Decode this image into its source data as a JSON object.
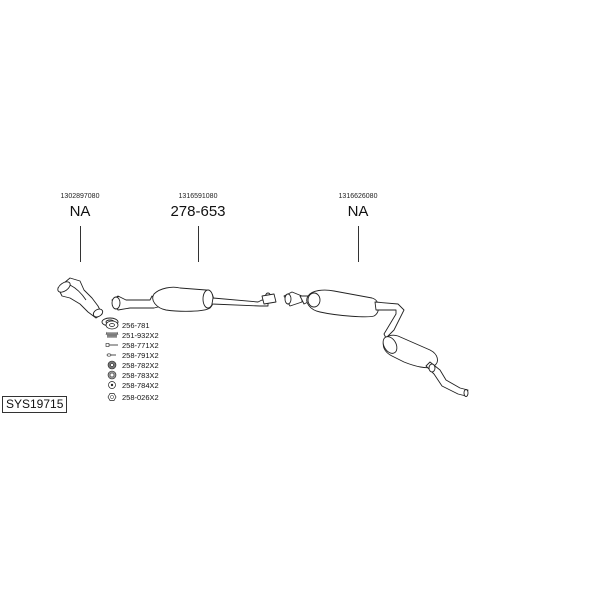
{
  "groups": [
    {
      "oe_number": "1302897080",
      "code": "NA"
    },
    {
      "oe_number": "1316591080",
      "code": "278-653"
    },
    {
      "oe_number": "1316626080",
      "code": "NA"
    }
  ],
  "fittings": [
    {
      "label": "256-781",
      "icon": "gasket-ring-icon"
    },
    {
      "label": "251-932X2",
      "icon": "spring-icon"
    },
    {
      "label": "258-771X2",
      "icon": "bolt-icon"
    },
    {
      "label": "258-791X2",
      "icon": "rubber-hanger-icon"
    },
    {
      "label": "258-782X2",
      "icon": "hanger-ring-icon"
    },
    {
      "label": "258-783X2",
      "icon": "clamp-ring-icon"
    },
    {
      "label": "258-784X2",
      "icon": "washer-icon"
    },
    {
      "label": "258-026X2",
      "icon": "nut-icon"
    }
  ],
  "system_code": "SYS19715"
}
